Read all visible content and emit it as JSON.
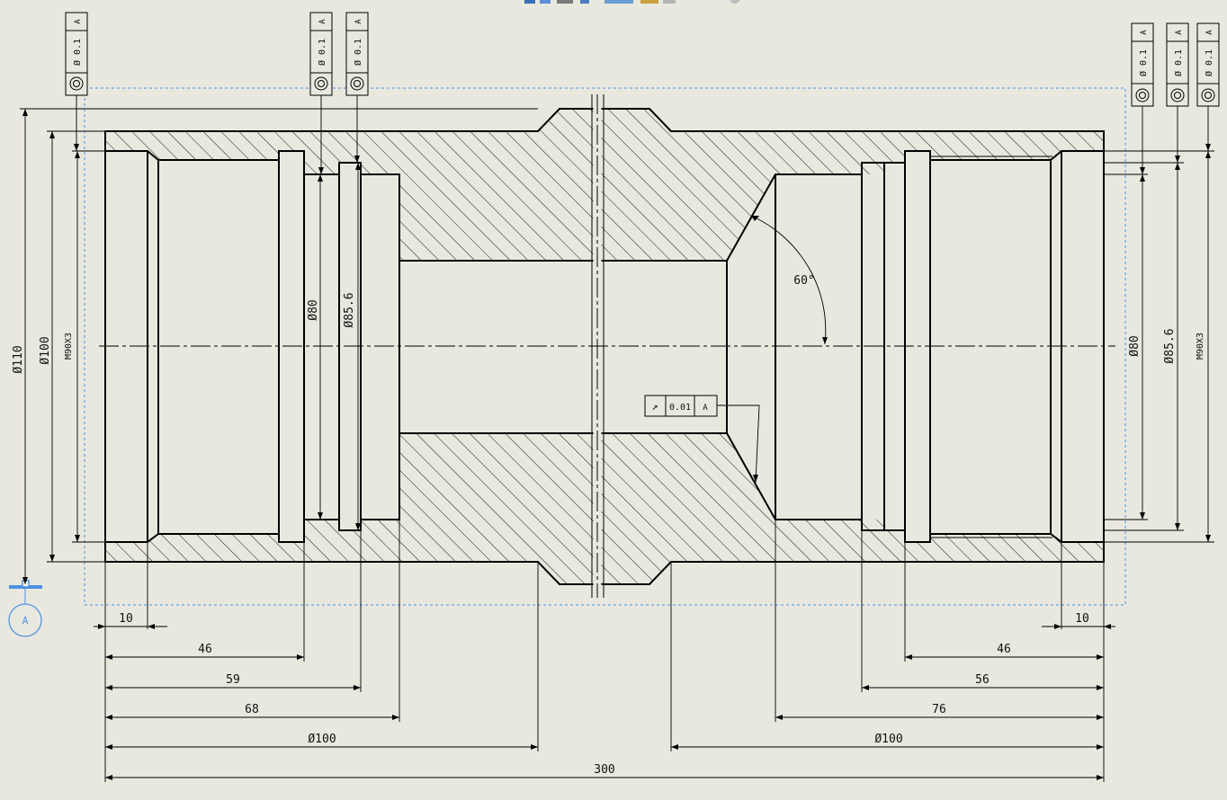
{
  "toolbar": {
    "icons": [
      "zoom-fit-icon",
      "zoom-area-icon",
      "previous-view-icon",
      "rotate-icon",
      "section-view-icon",
      "display-style-icon",
      "appearance-icon"
    ]
  },
  "datum": {
    "label": "A"
  },
  "feature_frames": {
    "concentricity_left": {
      "tolerance": "Ø 0.1",
      "datum": "A"
    },
    "concentricity_mid1": {
      "tolerance": "Ø 0.1",
      "datum": "A"
    },
    "concentricity_mid2": {
      "tolerance": "Ø 0.1",
      "datum": "A"
    },
    "concentricity_right1": {
      "tolerance": "Ø 0.1",
      "datum": "A"
    },
    "concentricity_right2": {
      "tolerance": "Ø 0.1",
      "datum": "A"
    },
    "concentricity_right3": {
      "tolerance": "Ø 0.1",
      "datum": "A"
    },
    "runout": {
      "symbol": "↗",
      "tolerance": "0.01",
      "datum": "A"
    }
  },
  "dimensions": {
    "left": {
      "dia_outer": "Ø110",
      "dia_body": "Ø100",
      "thread": "M90X3",
      "bore": "Ø80",
      "groove": "Ø85.6"
    },
    "right": {
      "bore": "Ø80",
      "groove": "Ø85.6",
      "thread": "M90X3"
    },
    "angle": "60°",
    "bottom": {
      "left_10": "10",
      "right_10": "10",
      "left_46": "46",
      "left_59": "59",
      "left_68": "68",
      "left_phi100": "Ø100",
      "right_46": "46",
      "right_56": "56",
      "right_76": "76",
      "right_phi100": "Ø100",
      "overall": "300"
    }
  },
  "colors": {
    "background": "#e9e8df",
    "line": "#000000",
    "selection": "#4a90e2"
  }
}
